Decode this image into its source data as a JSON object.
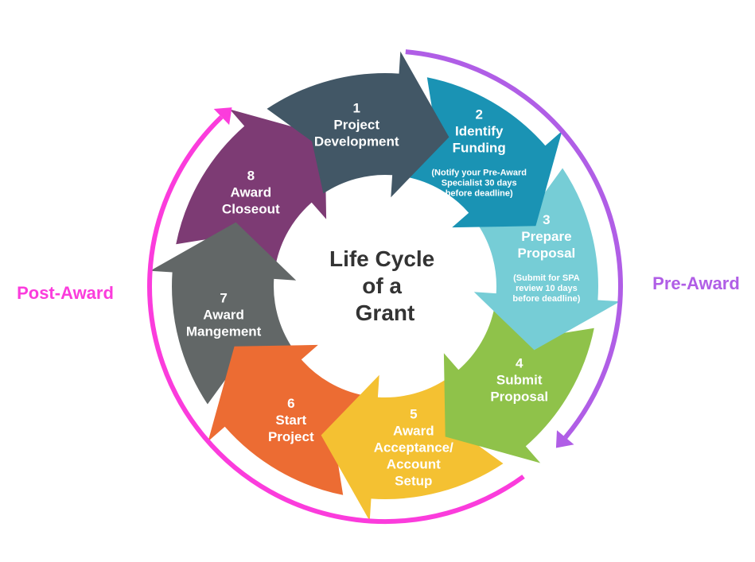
{
  "title": "Life Cycle of a Grant",
  "title_lines": [
    "Life Cycle",
    "of a",
    "Grant"
  ],
  "phases": {
    "pre_award": {
      "label": "Pre-Award",
      "color": "#b05ee6"
    },
    "post_award": {
      "label": "Post-Award",
      "color": "#fb3cdc"
    }
  },
  "steps": [
    {
      "number": "1",
      "lines": [
        "Project",
        "Development"
      ],
      "note": [],
      "color": "#425766"
    },
    {
      "number": "2",
      "lines": [
        "Identify",
        "Funding"
      ],
      "note": [
        "(Notify your Pre-Award",
        "Specialist 30 days",
        "before deadline)"
      ],
      "color": "#1a93b4"
    },
    {
      "number": "3",
      "lines": [
        "Prepare",
        "Proposal"
      ],
      "note": [
        "(Submit for SPA",
        "review 10 days",
        "before deadline)"
      ],
      "color": "#76cdd6"
    },
    {
      "number": "4",
      "lines": [
        "Submit",
        "Proposal"
      ],
      "note": [],
      "color": "#8fc24a"
    },
    {
      "number": "5",
      "lines": [
        "Award",
        "Acceptance/",
        "Account",
        "Setup"
      ],
      "note": [],
      "color": "#f4c132"
    },
    {
      "number": "6",
      "lines": [
        "Start",
        "Project"
      ],
      "note": [],
      "color": "#ec6c33"
    },
    {
      "number": "7",
      "lines": [
        "Award",
        "Mangement"
      ],
      "note": [],
      "color": "#626767"
    },
    {
      "number": "8",
      "lines": [
        "Award",
        "Closeout"
      ],
      "note": [],
      "color": "#7d3b74"
    }
  ]
}
